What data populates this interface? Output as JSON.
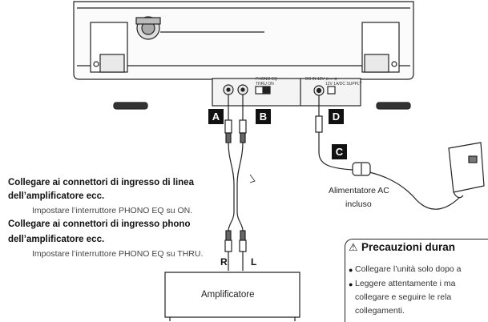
{
  "callouts": {
    "a": "A",
    "b": "B",
    "c": "C",
    "d": "D"
  },
  "panel_text": {
    "left": "PHONO EQ",
    "left_sub": "THRU  ON",
    "right": "DC IN 12V  ⊖-◐-⊕",
    "right_sub": "12V 1A/DC SUPPLY"
  },
  "instructions": {
    "line1_title_a": "Collegare ai connettori di ingresso di linea",
    "line1_title_b": "dell’amplificatore ecc.",
    "line1_note": "Impostare l’interruttore PHONO EQ su ON.",
    "line2_title_a": "Collegare ai connettori di ingresso phono",
    "line2_title_b": "dell’amplificatore ecc.",
    "line2_note": "Impostare l’interruttore PHONO EQ su THRU."
  },
  "amplifier": {
    "label": "Amplificatore",
    "left_channel": "L",
    "right_channel": "R"
  },
  "adapter": {
    "line1": "Alimentatore AC",
    "line2": "incluso"
  },
  "caution": {
    "warning_icon": "warning-triangle-icon",
    "title": "Precauzioni duran",
    "items": [
      "Collegare l’unità solo dopo a",
      "Leggere attentamente i ma"
    ],
    "continuation": [
      "collegare e seguire le rela",
      "collegamenti."
    ]
  }
}
